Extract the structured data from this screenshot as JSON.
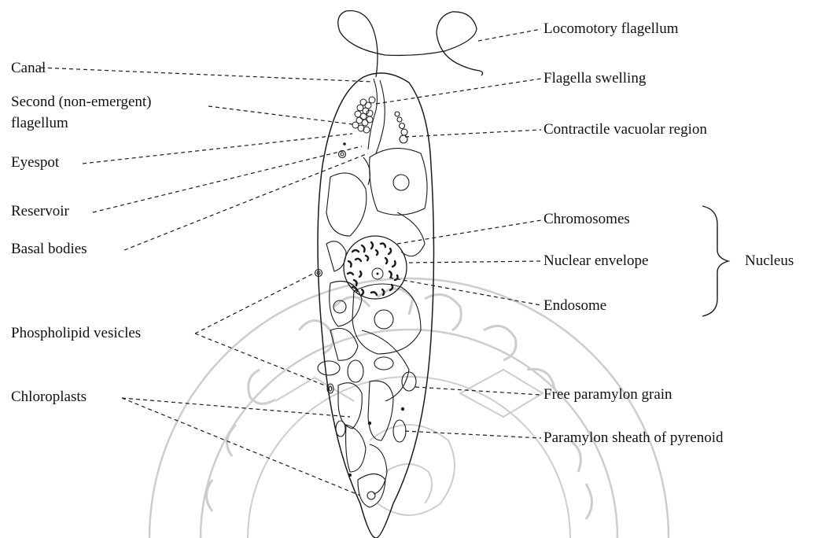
{
  "labels": {
    "locomotory_flagellum": "Locomotory flagellum",
    "canal": "Canal",
    "flagella_swelling": "Flagella swelling",
    "second_flagellum_line1": "Second (non-emergent)",
    "second_flagellum_line2": "flagellum",
    "contractile_vacuolar_region": "Contractile vacuolar region",
    "eyespot": "Eyespot",
    "reservoir": "Reservoir",
    "basal_bodies": "Basal bodies",
    "chromosomes": "Chromosomes",
    "nuclear_envelope": "Nuclear envelope",
    "nucleus": "Nucleus",
    "endosome": "Endosome",
    "phospholipid_vesicles": "Phospholipid vesicles",
    "free_paramylon_grain": "Free paramylon grain",
    "chloroplasts": "Chloroplasts",
    "paramylon_sheath": "Paramylon sheath of pyrenoid"
  },
  "colors": {
    "line": "#1a1a1a",
    "watermark": "#c9c9c9"
  },
  "watermark": {
    "type": "university-seal"
  }
}
